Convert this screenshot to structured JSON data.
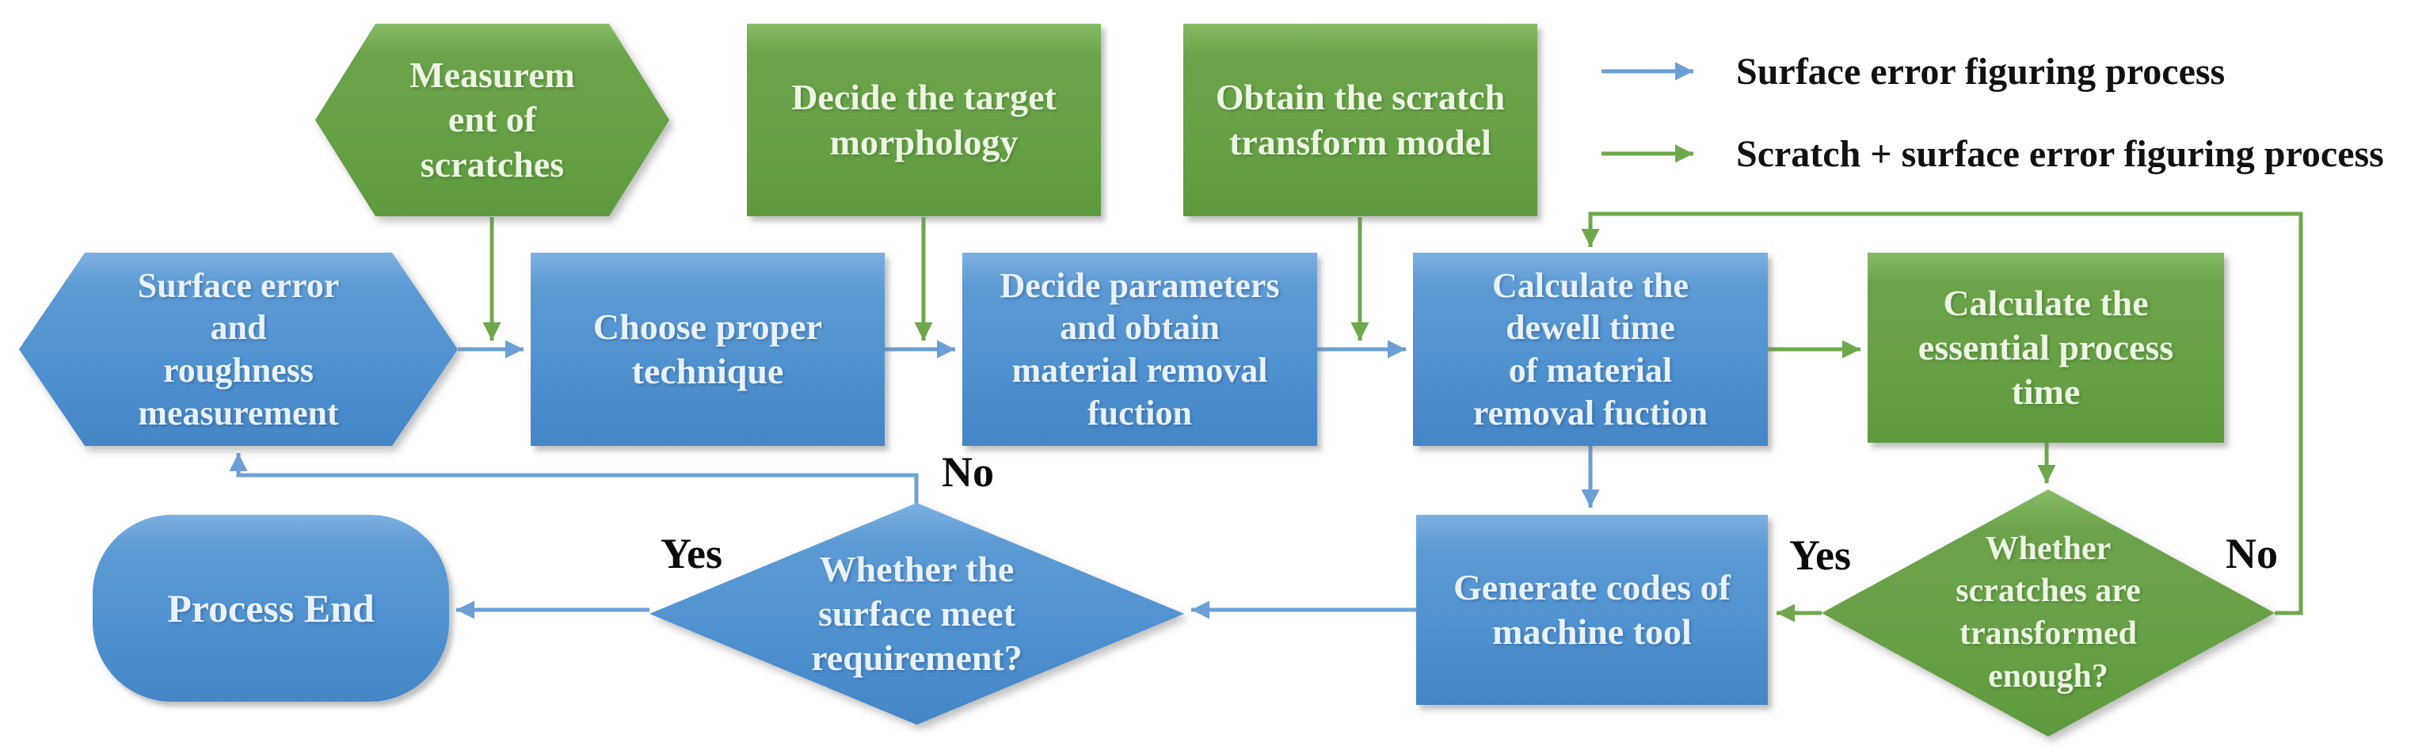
{
  "diagram": {
    "title_hint": "Scratch and surface error figuring process flowchart",
    "legend": {
      "items": [
        {
          "id": "blue",
          "label": "Surface error figuring process"
        },
        {
          "id": "green",
          "label": "Scratch + surface error figuring process"
        }
      ]
    },
    "nodes": {
      "measure_scratches": {
        "label": "Measurem\nent of\nscratches",
        "shape": "hexagon",
        "color": "green"
      },
      "decide_target": {
        "label": "Decide the target\nmorphology",
        "shape": "rect",
        "color": "green"
      },
      "obtain_scratch_model": {
        "label": "Obtain the scratch\ntransform model",
        "shape": "rect",
        "color": "green"
      },
      "surface_measurement": {
        "label": "Surface error\nand\nroughness\nmeasurement",
        "shape": "hexagon",
        "color": "blue"
      },
      "choose_technique": {
        "label": "Choose proper\ntechnique",
        "shape": "rect",
        "color": "blue"
      },
      "decide_parameters": {
        "label": "Decide parameters\nand obtain\nmaterial removal\nfuction",
        "shape": "rect",
        "color": "blue"
      },
      "calculate_dwell": {
        "label": "Calculate the\ndewell time\nof material\nremoval fuction",
        "shape": "rect",
        "color": "blue"
      },
      "calculate_process_time": {
        "label": "Calculate the\nessential process\ntime",
        "shape": "rect",
        "color": "green"
      },
      "process_end": {
        "label": "Process End",
        "shape": "rounded",
        "color": "blue"
      },
      "surface_meets": {
        "label": "Whether the\nsurface meet\nrequirement?",
        "shape": "diamond",
        "color": "blue"
      },
      "generate_codes": {
        "label": "Generate codes of\nmachine tool",
        "shape": "rect",
        "color": "blue"
      },
      "scratches_transformed": {
        "label": "Whether\nscratches are\ntransformed\nenough?",
        "shape": "diamond",
        "color": "green"
      }
    },
    "edge_labels": {
      "surface_no": "No",
      "surface_yes": "Yes",
      "scratch_yes": "Yes",
      "scratch_no": "No"
    },
    "colors": {
      "node_green": "#66A045",
      "node_blue": "#4F91CF",
      "arrow_blue": "#6C9FD6",
      "arrow_green": "#6FA84C",
      "label_text": "#0B0B0B"
    }
  }
}
